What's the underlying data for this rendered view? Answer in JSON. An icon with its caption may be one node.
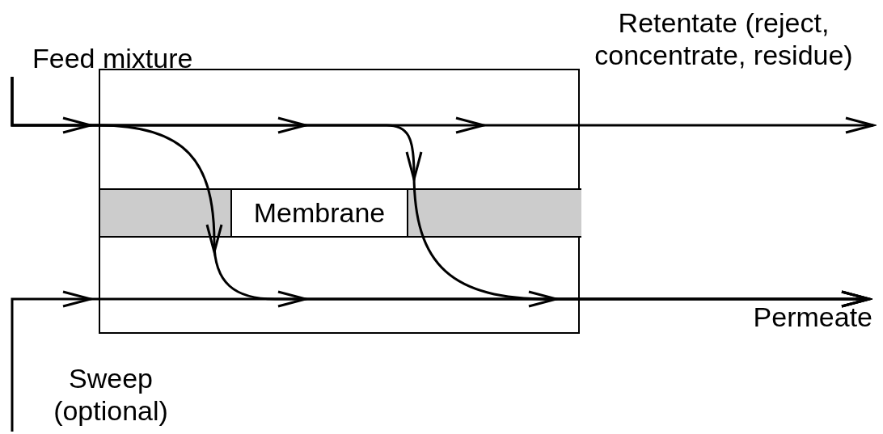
{
  "diagram": {
    "nodes": [
      {
        "text": [],
        "shape": "box"
      },
      {
        "text": [
          "Membrane"
        ],
        "in": 0
      },
      {
        "text": [
          "Feed mixture"
        ]
      },
      {
        "text": [
          "Retentate (reject, concentrate, residue)"
        ]
      },
      {
        "text": [
          "Permeate"
        ]
      },
      {
        "text": [
          "Sweep (optional)"
        ]
      }
    ],
    "edges": [
      {
        "from": 2,
        "to": 3,
        "arrow": "to"
      },
      {
        "from": 5,
        "to": 4,
        "arrow": "to"
      },
      {
        "from": 2,
        "to": 4,
        "arrow": "to"
      },
      {
        "from": 2,
        "to": 4,
        "arrow": "to"
      }
    ]
  }
}
